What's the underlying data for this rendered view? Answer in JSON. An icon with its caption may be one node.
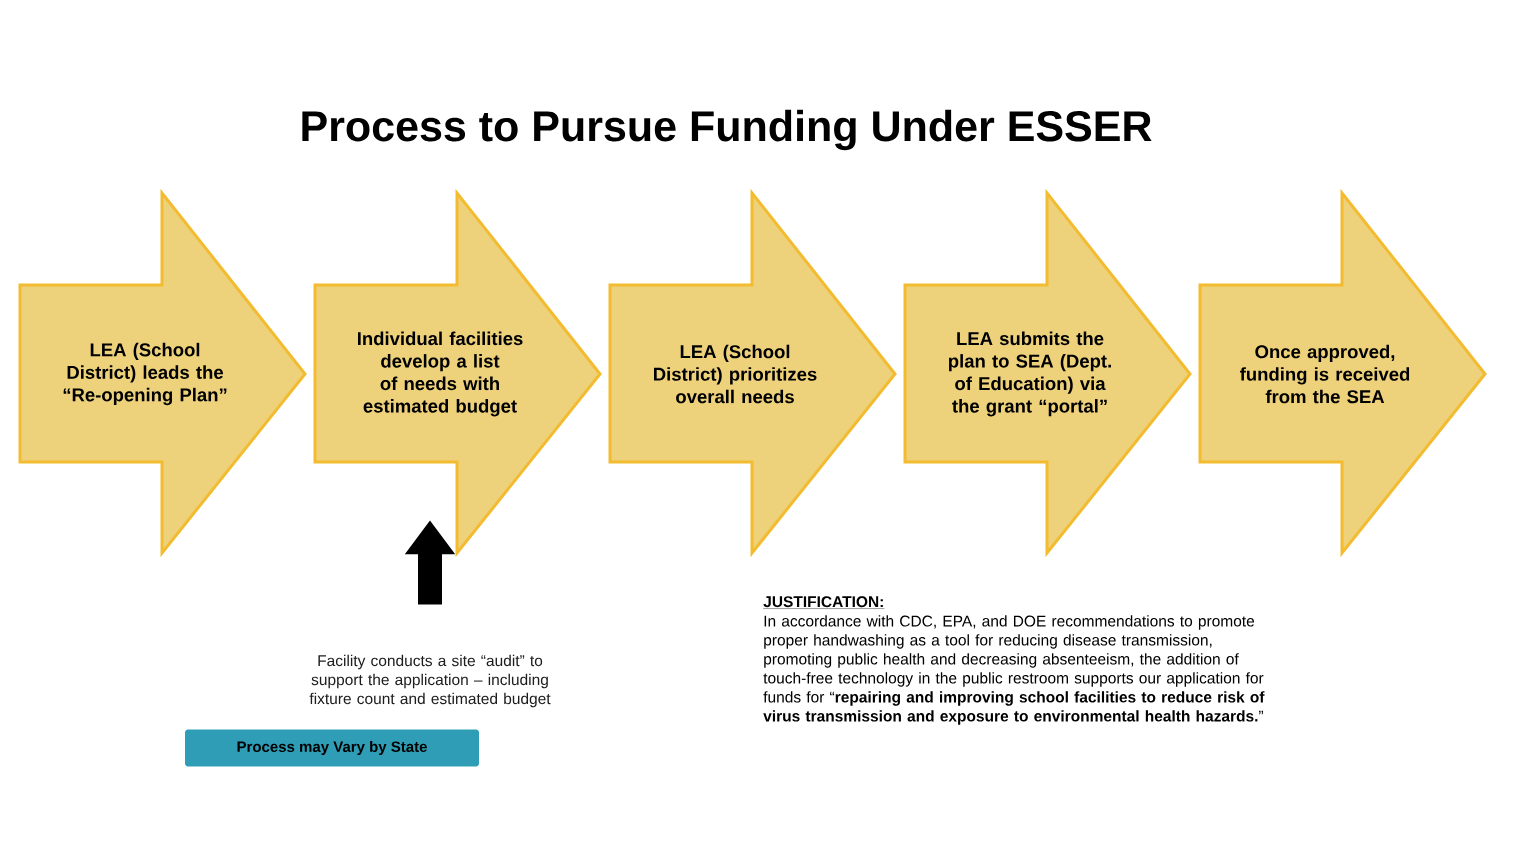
{
  "diagram": {
    "title": "Process to Pursue Funding Under ESSER",
    "nodes": [
      {
        "text": [
          "LEA (School District) leads the “Re-opening Plan”"
        ]
      },
      {
        "text": [
          "Individual facilities develop a list of needs with estimated budget"
        ]
      },
      {
        "text": [
          "LEA (School District) prioritizes overall needs"
        ]
      },
      {
        "text": [
          "LEA submits the plan to SEA (Dept. of Education) via the grant “portal”"
        ]
      },
      {
        "text": [
          "Once approved, funding is received from the SEA"
        ]
      },
      {
        "text": [
          "Facility conducts a site “audit” to support the application – including fixture count and estimated budget"
        ]
      },
      {
        "text": [
          "Process may Vary by State"
        ]
      }
    ],
    "edges": [
      {
        "from": 5,
        "to": 1,
        "arrow": "to"
      }
    ],
    "labels": [
      "JUSTIFICATION:",
      "In accordance with CDC, EPA, and DOE recommendations to promote proper handwashing as a tool for reducing disease transmission, promoting public health and decreasing absenteeism, the addition of touch-free technology in the public restroom supports our application for funds for “**repairing and improving school facilities to reduce risk of virus transmission and exposure to environmental health hazards.**”"
    ]
  }
}
